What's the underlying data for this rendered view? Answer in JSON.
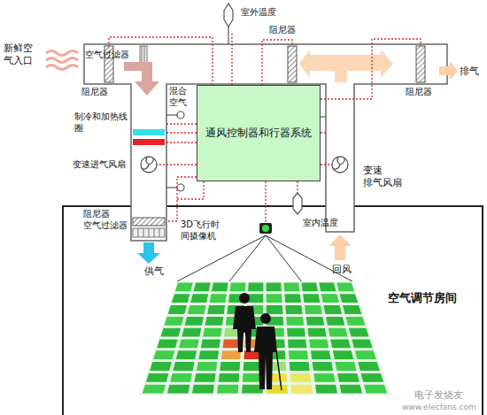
{
  "diagram": {
    "nodes": [
      {
        "text": [
          "通风控制器和行器系统"
        ]
      },
      {
        "text": [
          "空气调节房间"
        ]
      }
    ],
    "labels": [
      "室外温度",
      "新鲜空 气入口",
      "空气过滤器",
      "阻尼器",
      "阻尼器",
      "阻尼器",
      "混合 空气",
      "排气",
      "制冷和加热线 圈",
      "变速进气风扇",
      "阻尼器 空气过滤器",
      "供气",
      "回风",
      "变速 排气风扇",
      "室内温度",
      "3D飞行时 间摄像机",
      "电子发烧友",
      "www.elecfans.com"
    ]
  }
}
